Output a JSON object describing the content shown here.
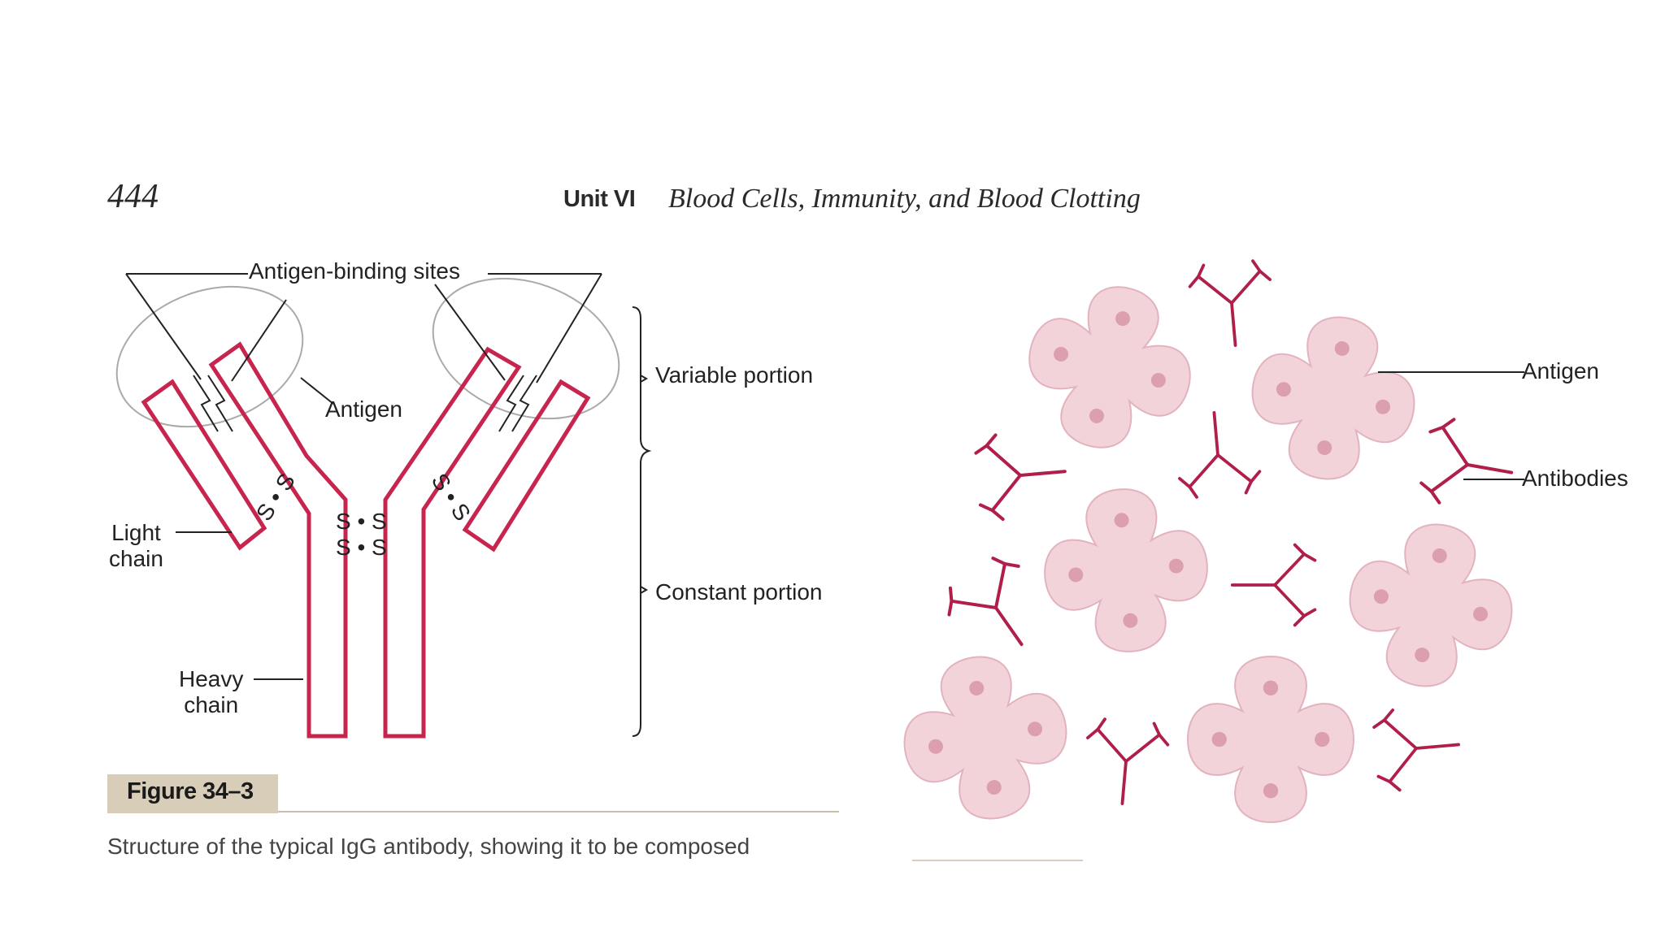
{
  "header": {
    "page_number": "444",
    "unit_label": "Unit VI",
    "unit_title": "Blood Cells, Immunity, and Blood Clotting"
  },
  "antibody_diagram": {
    "labels": {
      "antigen_binding_sites": "Antigen-binding sites",
      "antigen": "Antigen",
      "variable_portion": "Variable portion",
      "constant_portion": "Constant portion",
      "light_chain_line1": "Light",
      "light_chain_line2": "chain",
      "heavy_chain_line1": "Heavy",
      "heavy_chain_line2": "chain",
      "ss_bond": "S • S"
    }
  },
  "figure": {
    "label": "Figure 34–3",
    "caption": "Structure of the typical IgG antibody, showing it to be composed"
  },
  "agglutination_diagram": {
    "labels": {
      "antigen": "Antigen",
      "antibodies": "Antibodies"
    }
  },
  "colors": {
    "chain": "#c8254e",
    "antibody": "#b01f4a",
    "antigen_fill": "#f3d3da",
    "antigen_dot": "#dc9fad",
    "ellipse": "#aaaaaa"
  }
}
